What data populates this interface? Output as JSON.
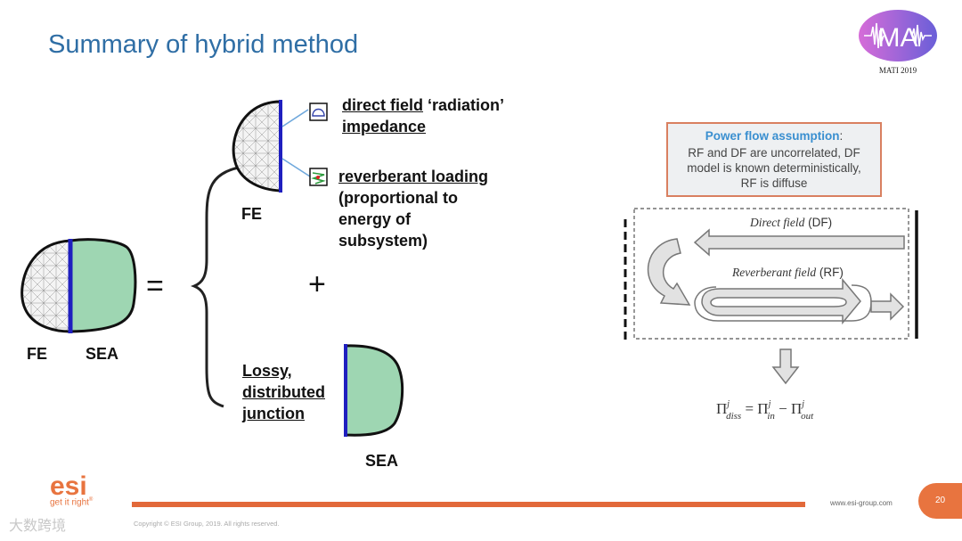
{
  "slide": {
    "title": "Summary of hybrid method",
    "logo_text": "MA",
    "logo_caption": "MATI 2019",
    "page_number": "20"
  },
  "diagram": {
    "fe_label_left": "FE",
    "sea_label_left": "SEA",
    "equals": "=",
    "plus": "+",
    "fe_label_top": "FE",
    "direct_field_label_1": "direct field",
    "direct_field_label_2": " ‘radiation’",
    "direct_field_label_3": "impedance",
    "reverb_label_1": "reverberant loading",
    "reverb_label_2": "(proportional to",
    "reverb_label_3": "energy of",
    "reverb_label_4": "subsystem)",
    "lossy_1": "Lossy,",
    "lossy_2": "distributed",
    "lossy_3": "junction",
    "sea_label_bottom": "SEA"
  },
  "power_flow": {
    "title": "Power flow assumption",
    "title_suffix": ":",
    "line1": "RF and DF are uncorrelated, DF",
    "line2": "model is known deterministically,",
    "line3": "RF is diffuse",
    "direct_field": "Direct field",
    "direct_field_abbr": " (DF)",
    "reverberant_field": "Reverberant field",
    "reverberant_field_abbr": " (RF)",
    "eq_lhs": "Π",
    "eq_lhs_sup": "j",
    "eq_lhs_sub": "diss",
    "eq_eq": " = Π",
    "eq_in_sup": "j",
    "eq_in_sub": "in",
    "eq_minus": " − Π",
    "eq_out_sup": "j",
    "eq_out_sub": "out"
  },
  "footer": {
    "esi_tagline": "get it right",
    "esi_reg": "®",
    "url": "www.esi-group.com",
    "copyright": "Copyright © ESI Group, 2019. All rights reserved.",
    "watermark": "大数跨境"
  },
  "colors": {
    "title_blue": "#2f6ea5",
    "sea_green": "#9ed6b2",
    "junction_blue": "#1f1fbf",
    "accent_orange": "#e2693a"
  }
}
